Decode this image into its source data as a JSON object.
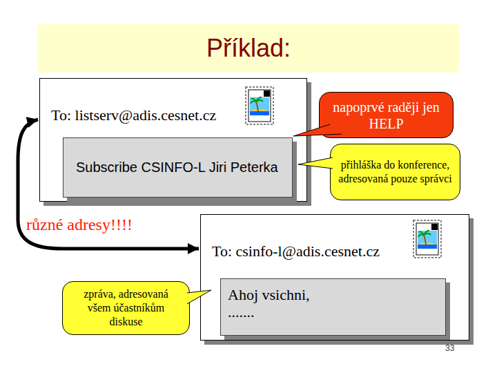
{
  "diagram": {
    "title": "Příklad:",
    "nodes": [
      {
        "text": [
          "To: listserv@adis.cesnet.cz"
        ]
      },
      {
        "text": [
          "Subscribe CSINFO-L Jiri Peterka"
        ],
        "in": 0
      },
      {
        "text": [
          "napoprvé raději jen HELP"
        ]
      },
      {
        "text": [
          "přihláška do konference, adresovaná pouze správci"
        ]
      },
      {
        "text": [
          "To: csinfo-l@adis.cesnet.cz"
        ]
      },
      {
        "text": [
          "Ahoj vsichni,",
          "......."
        ],
        "in": 4
      },
      {
        "text": [
          "zpráva, adresovaná všem účastníkům diskuse"
        ]
      }
    ],
    "edges": [
      {
        "from": 0,
        "to": 4,
        "arrow": "both",
        "label": "různé adresy!!!!"
      }
    ],
    "labels": [
      "33"
    ]
  }
}
